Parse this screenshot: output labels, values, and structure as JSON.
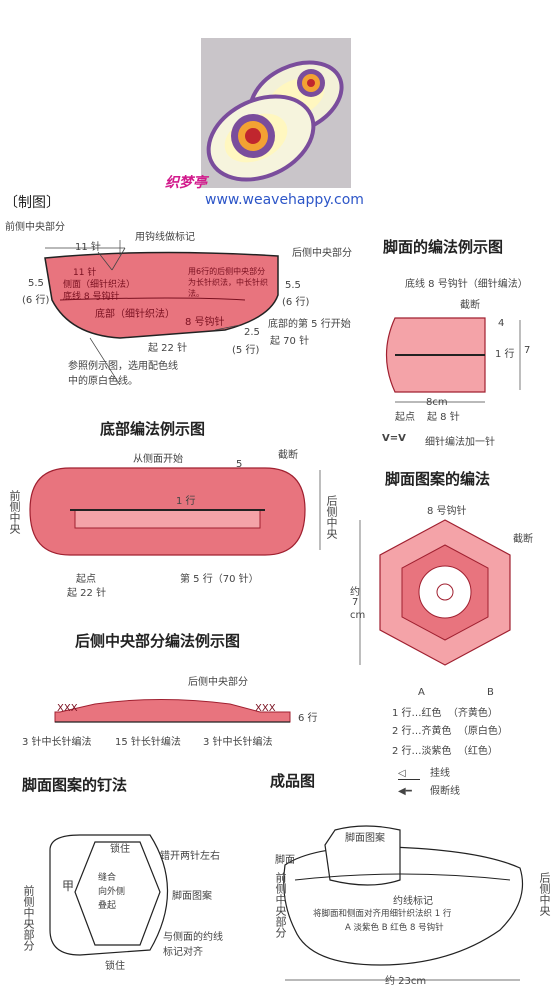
{
  "logo": {
    "cn": "织梦亭",
    "url": "www.weavehappy.com"
  },
  "s1": {
    "title": "〔制图〕",
    "front_center": "前侧中央部分",
    "top11": "11 针",
    "marker": "用钩线做标记",
    "back_center": "后侧中央部分",
    "inner11": "11 针",
    "side1": "侧面（细针织法）",
    "side2": "底线 8 号钩针",
    "right_note1": "用6行的后侧中央部分",
    "right_note2": "为长针织法，中长针织",
    "right_note3": "法。",
    "left55": "5.5",
    "left6": "(6 行)",
    "right55": "5.5",
    "right6": "(6 行)",
    "bottom_label": "底部（细针织法）",
    "needle8": "8 号钩针",
    "bottom5": "底部的第 5 行开始",
    "r25": "2.5",
    "r5": "(5 行)",
    "start70": "起 70 针",
    "start22": "起 22 针",
    "ref1": "参照例示图，选用配色线",
    "ref2": "中的原白色线。"
  },
  "s2": {
    "title": "脚面的编法例示图",
    "yarn": "底线 8 号钩针（细针编法）",
    "cut": "截断",
    "r4": "4",
    "r1": "1 行",
    "r7": "7",
    "w8": "8cm",
    "start": "起点",
    "start8": "起 8 针",
    "legend": "细针编法加一针",
    "legend_sym": "V=V"
  },
  "s3": {
    "title": "底部编法例示图",
    "side_start": "从侧面开始",
    "cut": "截断",
    "r5": "5",
    "r1": "1 行",
    "front": "前侧中央",
    "back": "后侧中央",
    "start": "起点",
    "start22": "起 22 针",
    "row5": "第 5 行（70 针）"
  },
  "s4": {
    "title": "脚面图案的编法",
    "needle": "8 号钩针",
    "cut": "截断",
    "approx": "约",
    "h7": "7",
    "cm": "cm",
    "A": "A",
    "B": "B",
    "rows": [
      {
        "k": "1 行",
        "a": "红色",
        "b": "（齐黄色）"
      },
      {
        "k": "2 行",
        "a": "齐黄色",
        "b": "（原白色）"
      },
      {
        "k": "2 行",
        "a": "淡紫色",
        "b": "（红色）"
      }
    ],
    "dots": "…",
    "hang": "挂线",
    "fake": "假断线"
  },
  "s5": {
    "title": "后侧中央部分编法例示图",
    "back_center": "后侧中央部分",
    "r6": "6 行",
    "xxx": "XXX",
    "m1": "3 针中长针编法",
    "m2": "15 针长针编法",
    "m3": "3 针中长针编法"
  },
  "s6": {
    "title": "脚面图案的钉法",
    "lock1": "锁住",
    "offset": "错开两针左右",
    "pattern": "脚面图案",
    "inner1": "缝合",
    "inner2": "向外侧",
    "inner3": "叠起",
    "align1": "与侧面的约线",
    "align2": "标记对齐",
    "lock2": "锁住",
    "front": "前侧中央部分",
    "jia": "甲"
  },
  "s7": {
    "title": "成品图",
    "pattern": "脚面图案",
    "top": "脚面",
    "front": "前侧中央部分",
    "back": "后侧中央",
    "mark": "约线标记",
    "note1": "将脚面和侧面对齐用细针织法织 1 行",
    "note2": "A 淡紫色  B 红色 8 号钩针",
    "width": "约 23cm"
  },
  "colors": {
    "pink": "#e8747e",
    "pink_light": "#f4a3a8",
    "dark": "#222"
  }
}
